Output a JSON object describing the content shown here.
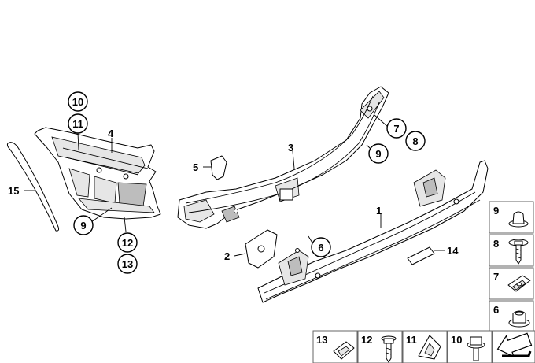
{
  "callouts": {
    "c1": "1",
    "c2": "2",
    "c3": "3",
    "c4": "4",
    "c5": "5",
    "c6": "6",
    "c7": "7",
    "c8": "8",
    "c9a": "9",
    "c9b": "9",
    "c10": "10",
    "c11": "11",
    "c12": "12",
    "c13": "13",
    "c14": "14",
    "c15": "15"
  },
  "hardware_legend": {
    "side": [
      {
        "num": "9",
        "icon": "push-rivet-icon"
      },
      {
        "num": "8",
        "icon": "screw-with-washer-icon"
      },
      {
        "num": "7",
        "icon": "clip-nut-icon"
      },
      {
        "num": "6",
        "icon": "expanding-nut-icon"
      }
    ],
    "bottom": [
      {
        "num": "13",
        "icon": "spring-nut-icon"
      },
      {
        "num": "12",
        "icon": "screw-icon"
      },
      {
        "num": "11",
        "icon": "clip-icon"
      },
      {
        "num": "10",
        "icon": "bolt-icon"
      },
      {
        "icon": "front-direction-arrow-icon"
      }
    ]
  },
  "colors": {
    "line": "#000000",
    "fill": "#ffffff",
    "shade": "#e6e6e6",
    "border": "#666666"
  }
}
